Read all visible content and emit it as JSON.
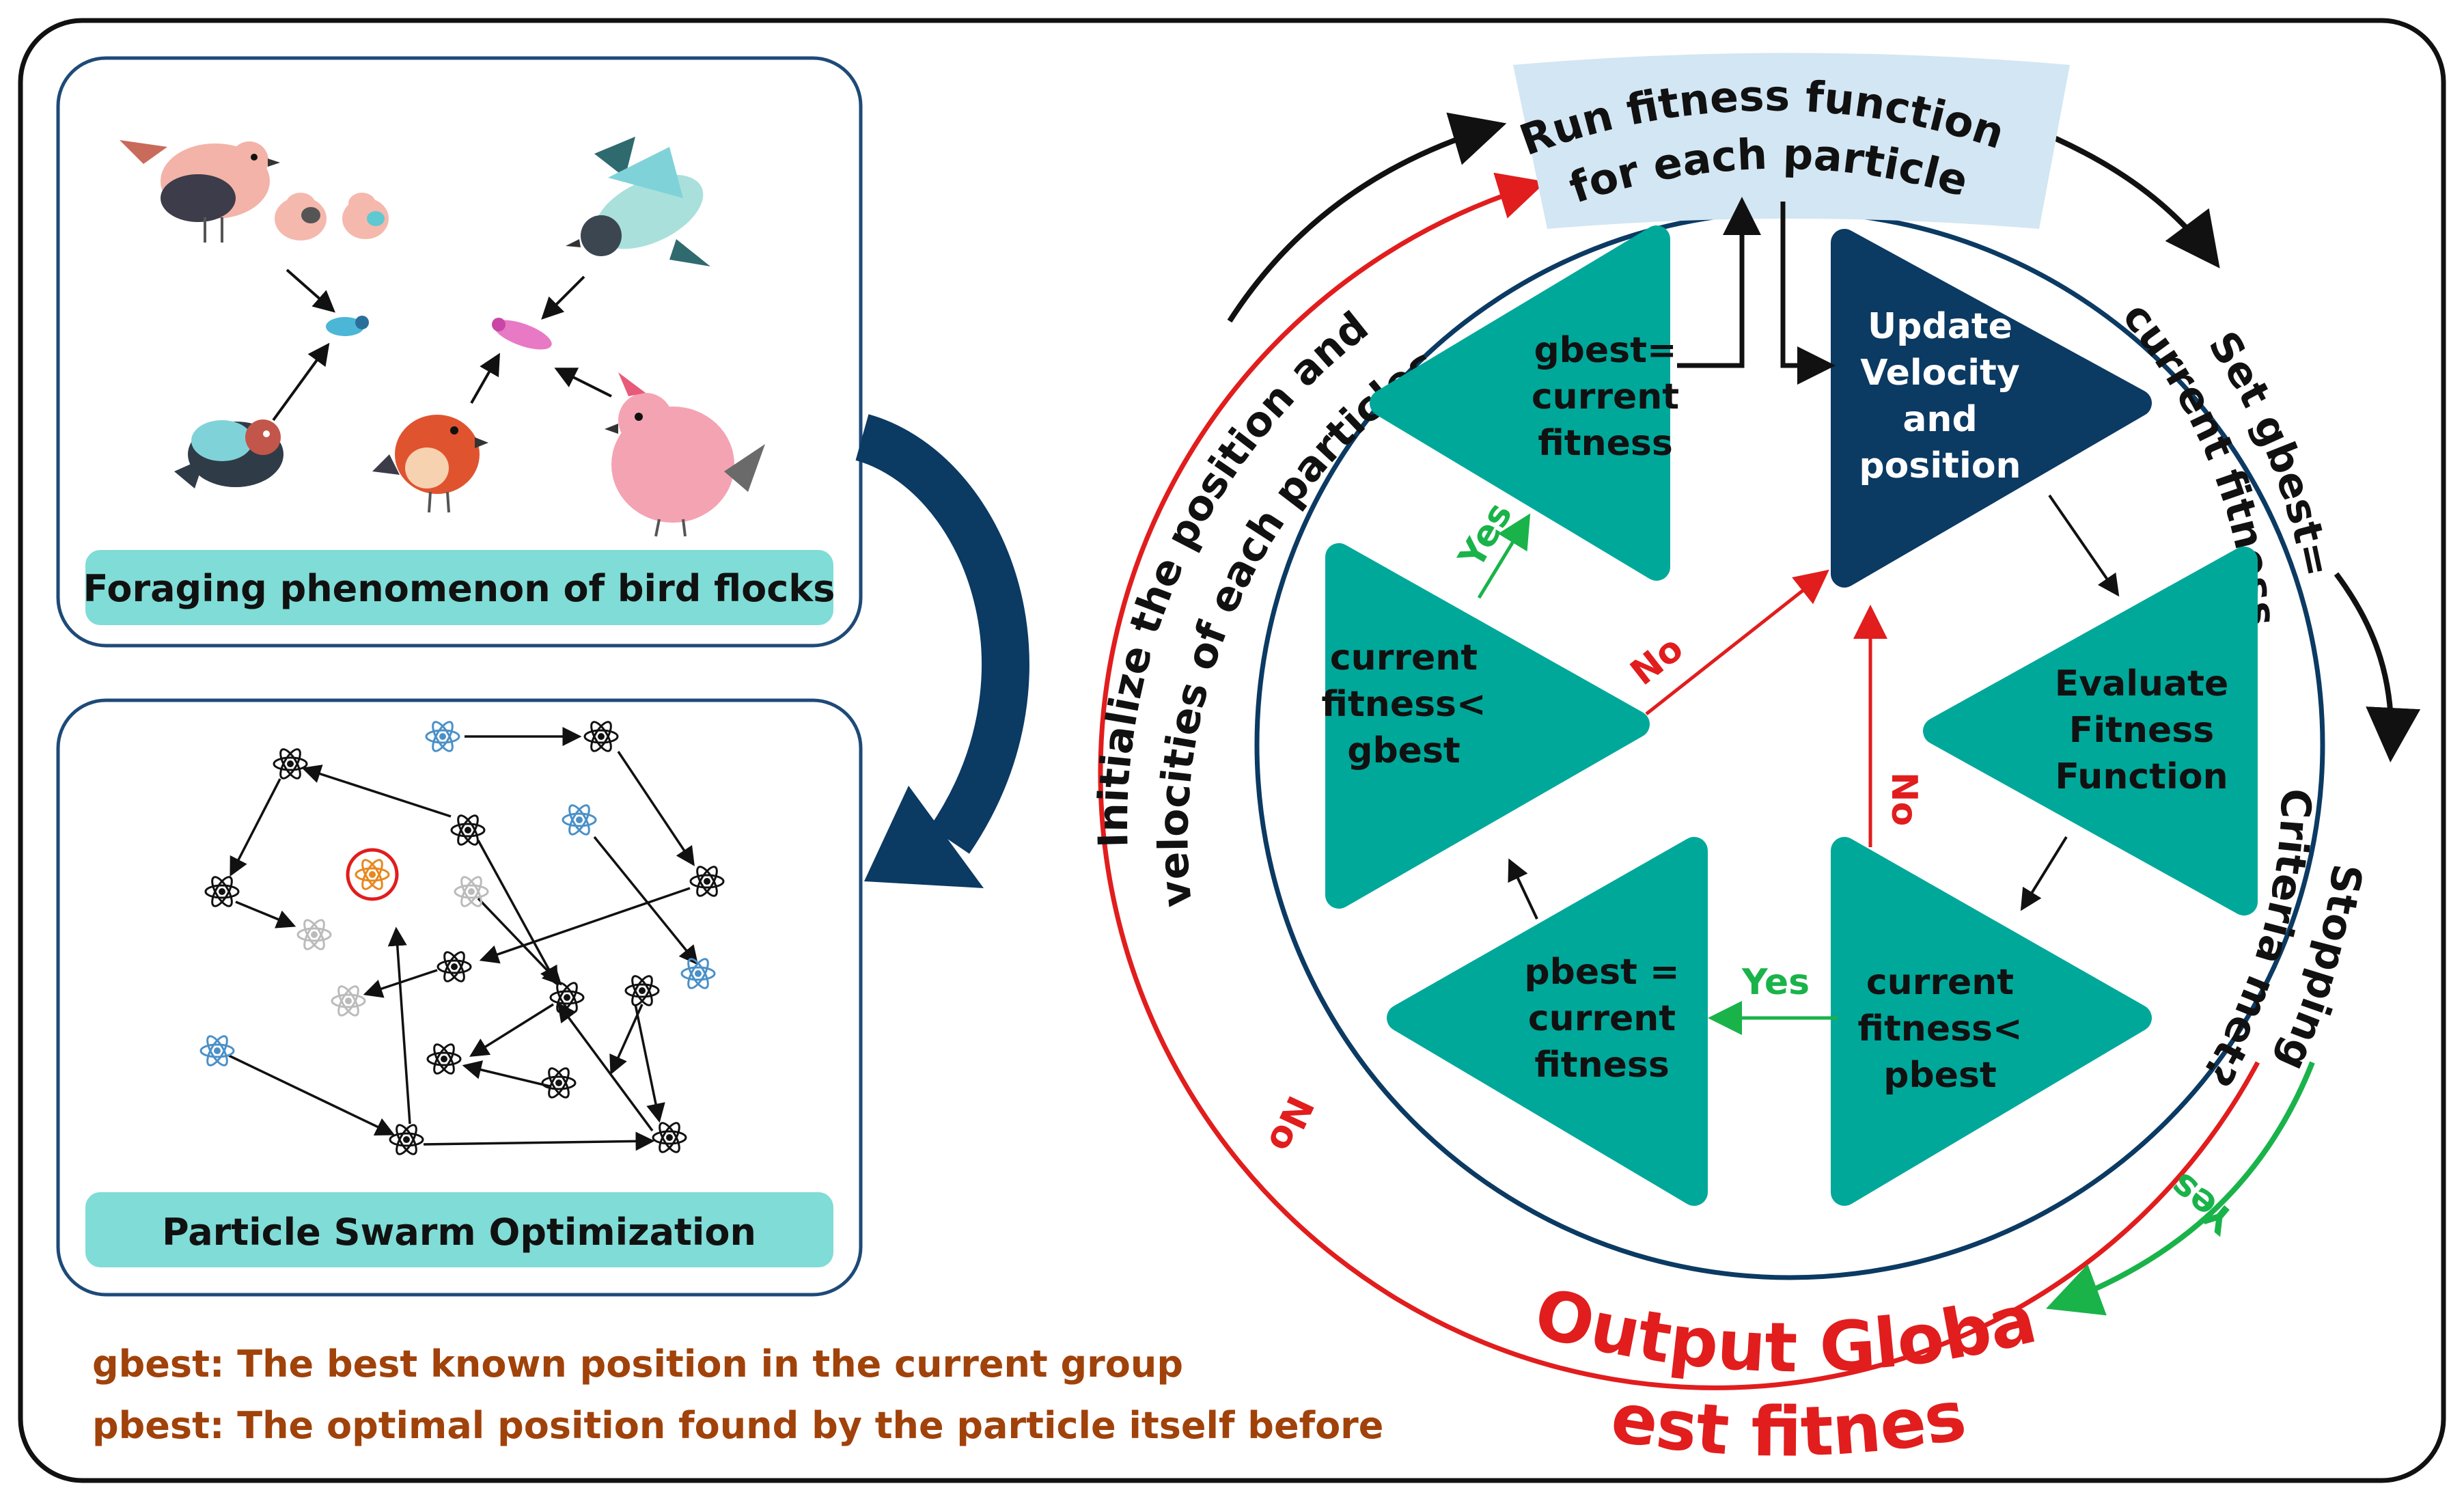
{
  "left": {
    "bird_panel_caption": "Foraging phenomenon of bird flocks",
    "pso_panel_caption": "Particle Swarm Optimization",
    "legend": {
      "gbest": "gbest: The best known position in the current group",
      "pbest": "pbest: The optimal position found by the particle itself before"
    }
  },
  "cycle": {
    "top_box": [
      "Run fitness function",
      "for each particle"
    ],
    "outer_right_1": [
      "Set gbest=",
      "current fitness"
    ],
    "outer_right_2": [
      "Stopping",
      "Criteria met?"
    ],
    "outer_left": [
      "Initialize the position and",
      "velocities of each particles"
    ],
    "output": [
      "Output Global",
      "Best fitness"
    ],
    "tri_gbest": [
      "gbest=",
      "current",
      "fitness"
    ],
    "tri_update": [
      "Update",
      "Velocity",
      "and",
      "position"
    ],
    "tri_evaluate": [
      "Evaluate",
      "Fitness",
      "Function"
    ],
    "tri_cur_pbest": [
      "current",
      "fitness<",
      "pbest"
    ],
    "tri_pbest": [
      "pbest =",
      "current",
      "fitness"
    ],
    "tri_cur_gbest": [
      "current",
      "fitness<",
      "gbest"
    ],
    "yes": "Yes",
    "no": "No"
  },
  "colors": {
    "teal": "#00a89a",
    "navy": "#0b3a63",
    "red": "#e11d1d",
    "green": "#19b34a",
    "legend_brown": "#a0420a",
    "panel_border": "#1e4a78",
    "caption_bg": "#7fdcd6",
    "top_box_bg": "#d2e6f3"
  }
}
